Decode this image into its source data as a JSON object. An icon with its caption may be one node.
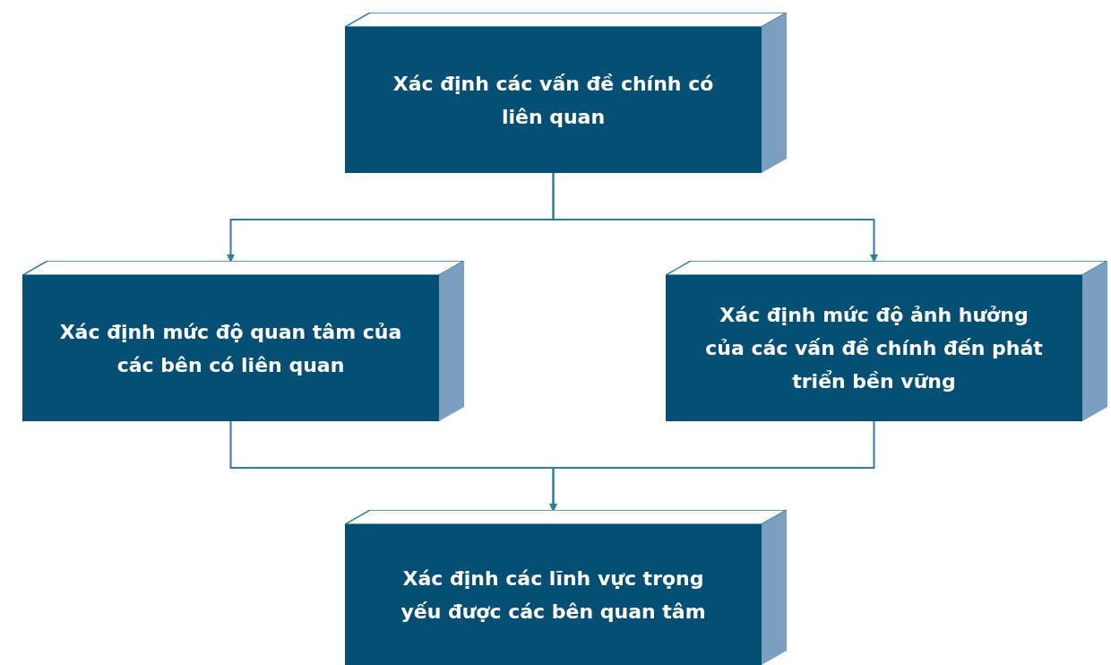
{
  "diagram": {
    "nodes": [
      {
        "text": [
          "Xác định các vấn đề chính có liên quan"
        ]
      },
      {
        "text": [
          "Xác định mức độ quan tâm của các bên có liên quan"
        ]
      },
      {
        "text": [
          "Xác định mức độ ảnh hưởng của các vấn đề chính đến phát triển bền vững"
        ]
      },
      {
        "text": [
          "Xác định các lĩnh vực trọng yếu được các bên quan tâm"
        ]
      }
    ],
    "edges": [
      {
        "from": 0,
        "to": 1,
        "arrow": "to"
      },
      {
        "from": 0,
        "to": 2,
        "arrow": "to"
      },
      {
        "from": 1,
        "to": 3,
        "arrow": "to"
      },
      {
        "from": 2,
        "to": 3,
        "arrow": "to"
      }
    ]
  }
}
